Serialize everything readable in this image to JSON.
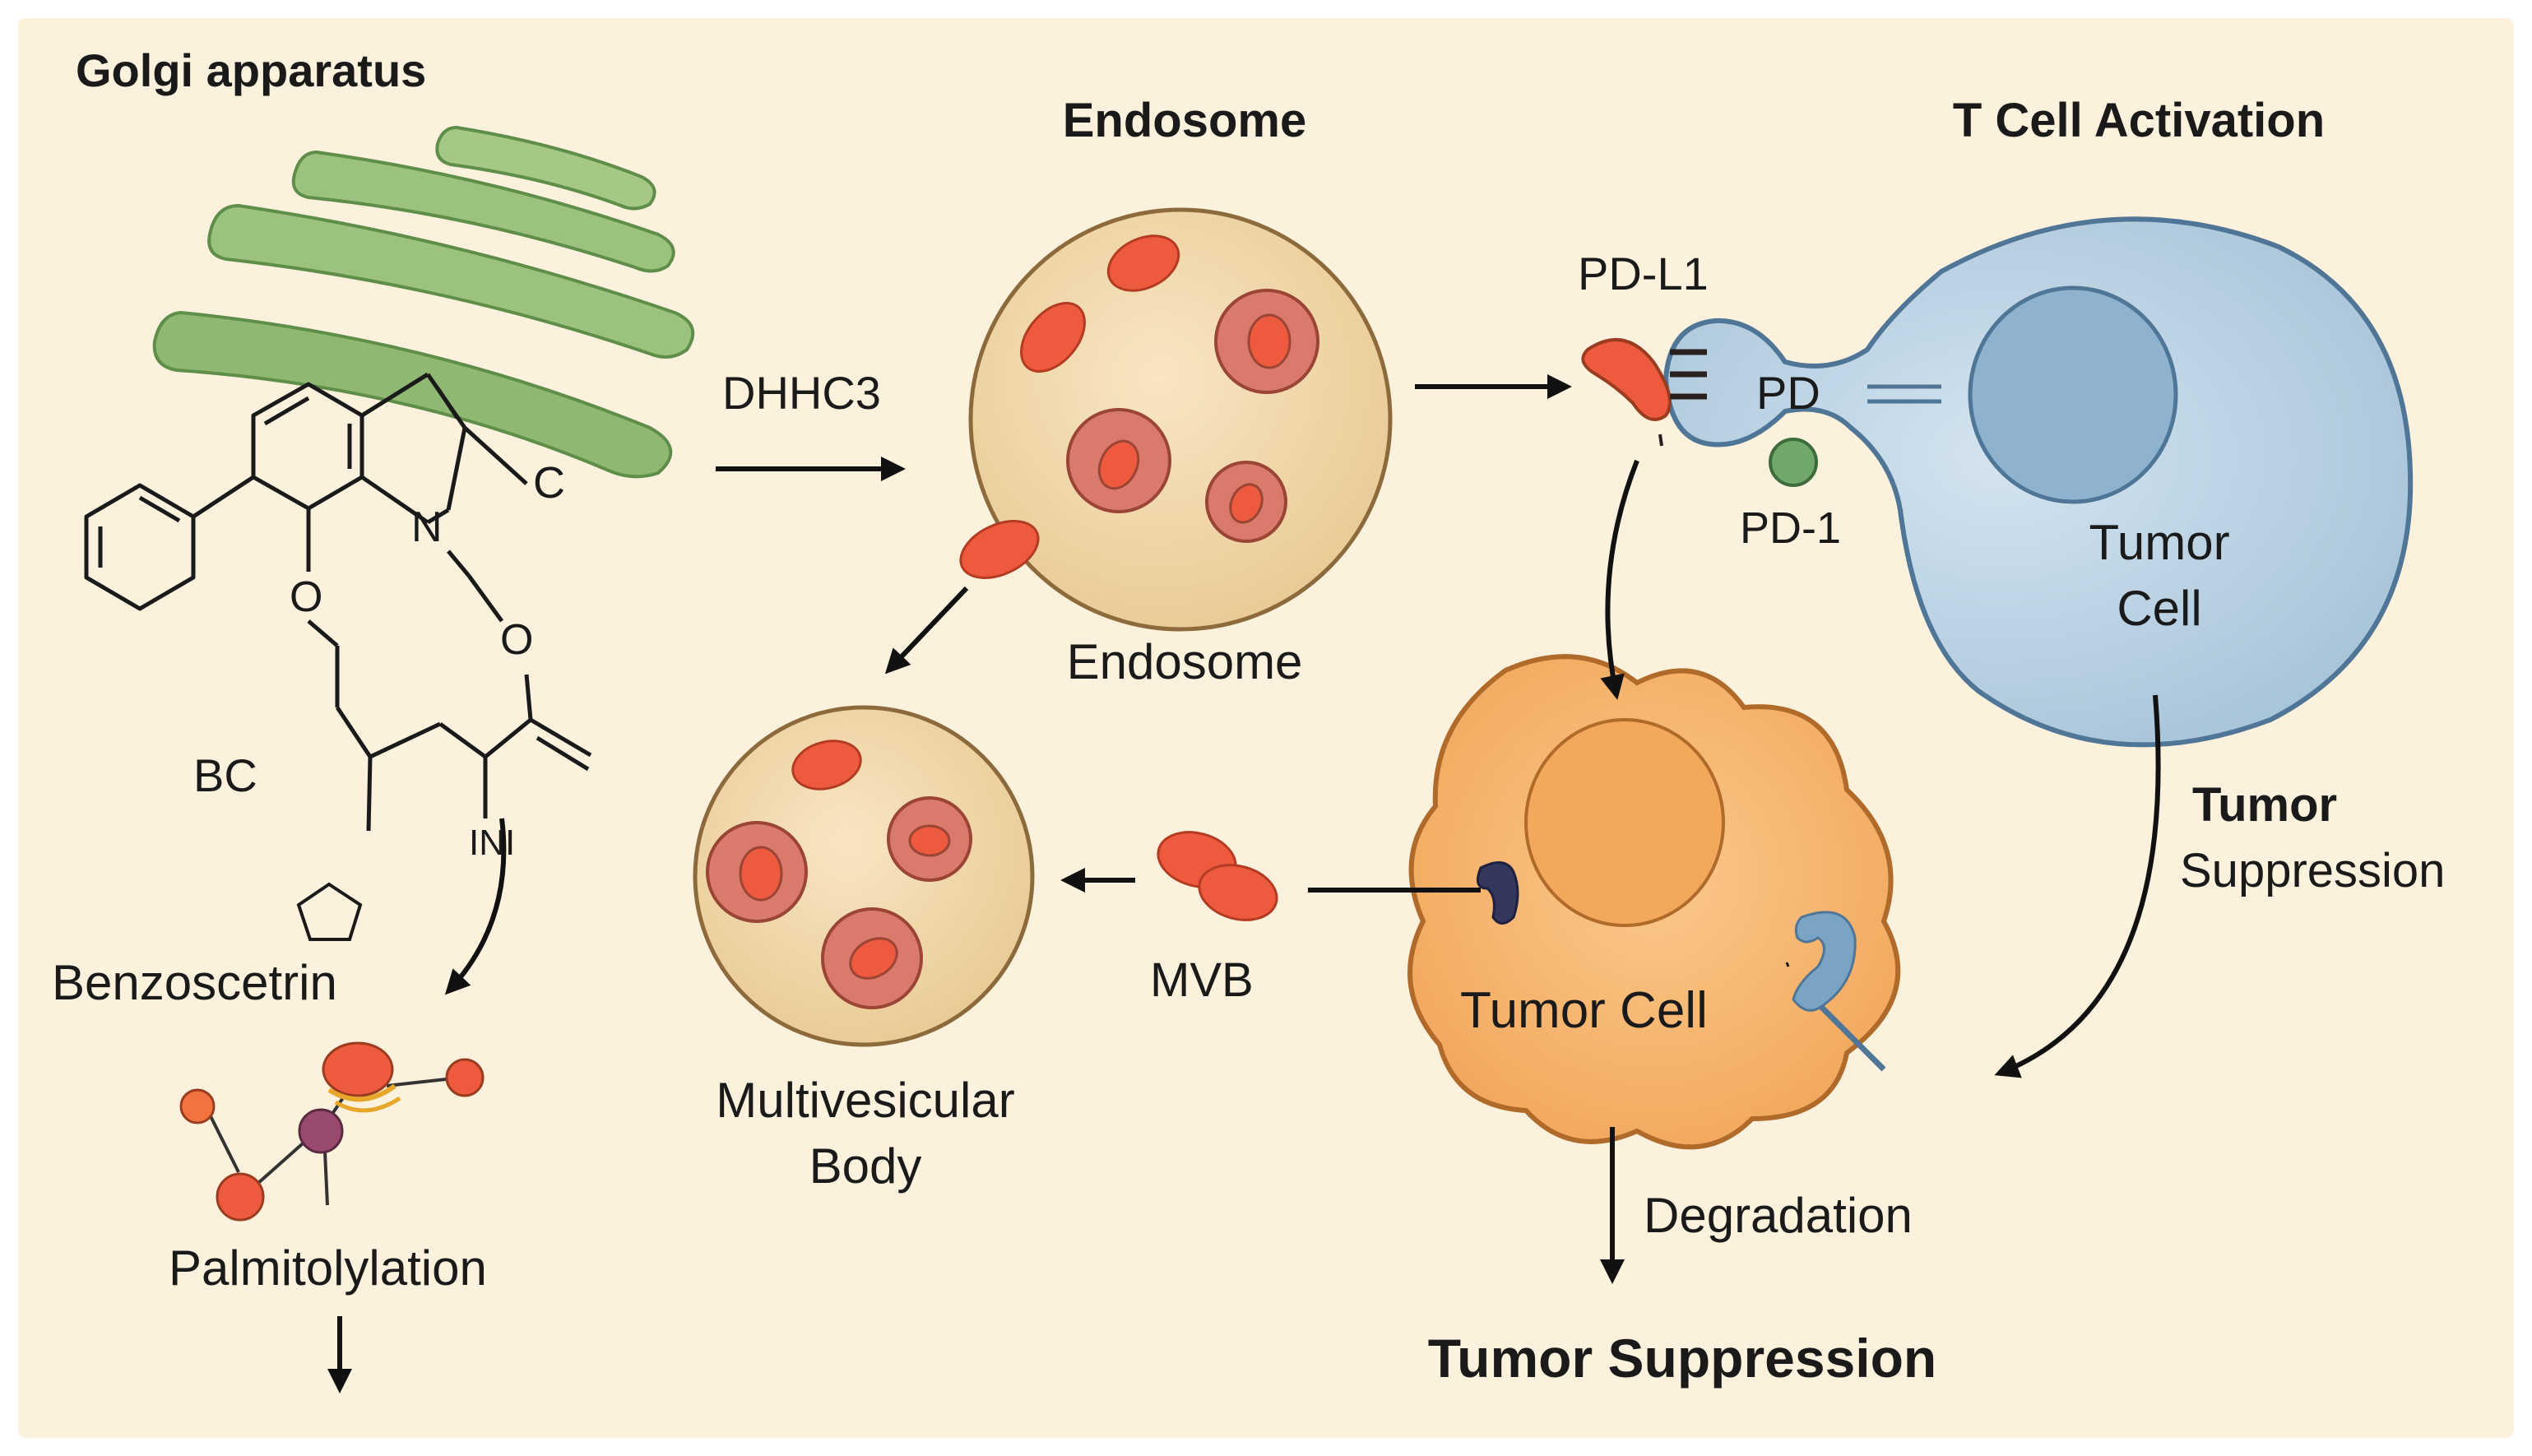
{
  "labels": {
    "golgi": "Golgi apparatus",
    "endosome_title": "Endosome",
    "t_cell_activation": "T Cell Activation",
    "dhhc3": "DHHC3",
    "pd_l1": "PD-L1",
    "pd": "PD",
    "pd_1": "PD-1",
    "chem_c": "C",
    "chem_n": "N",
    "chem_o1": "O",
    "chem_o2": "O",
    "bc": "BC",
    "ini": "INI",
    "benzoscetrin": "Benzoscetrin",
    "palmitoylation": "Palmitolylation",
    "endosome_label": "Endosome",
    "tumor_cell_blue_1": "Tumor",
    "tumor_cell_blue_2": "Cell",
    "tumor_suppression_side_bold": "Tumor",
    "tumor_suppression_side": "Suppression",
    "mvb": "MVB",
    "multivesicular_1": "Multivesicular",
    "multivesicular_2": "Body",
    "tumor_cell_orange": "Tumor Cell",
    "degradation": "Degradation",
    "tumor_suppression_bottom": "Tumor Suppression"
  },
  "colors": {
    "background": "#fbf1dc",
    "golgi_green": "#8fb872",
    "endosome_fill": "#f1d9ad",
    "vesicle_red": "#ee5a3e",
    "t_cell_blue": "#bcd3e2",
    "tumor_orange": "#f7b36b",
    "pd1_green": "#6fa86a"
  }
}
